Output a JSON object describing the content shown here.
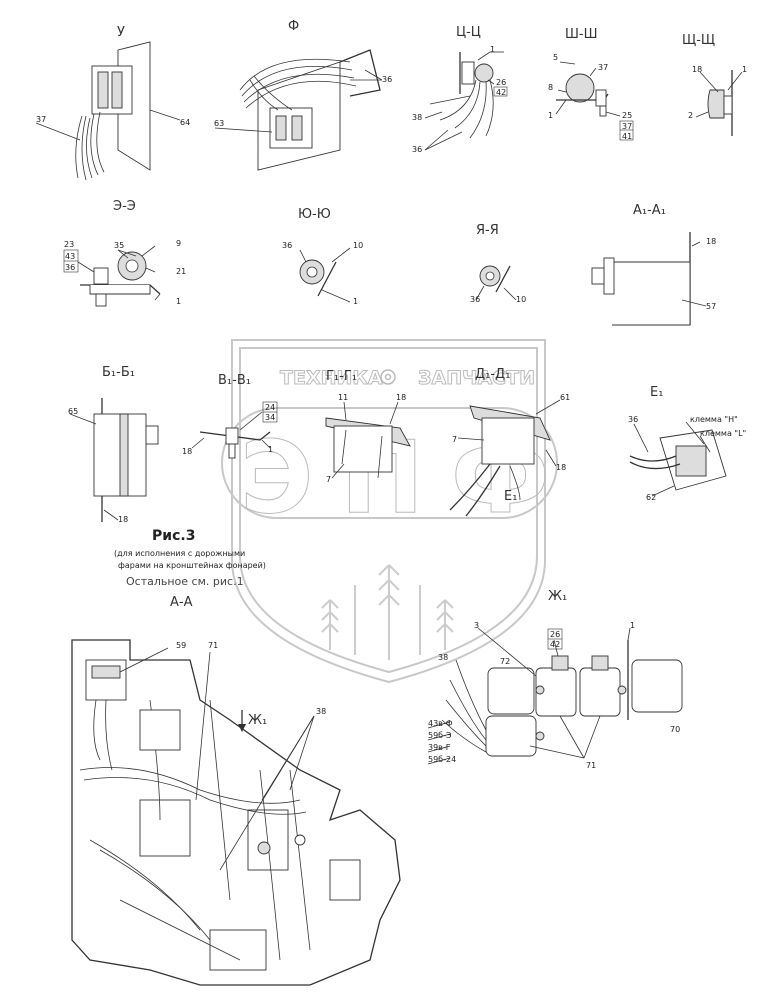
{
  "watermark": {
    "left_text": "ТЕХНИКА",
    "right_text": "ЗАПЧАСТИ",
    "logo_text": "ЭПФ"
  },
  "figure": {
    "title": "Рис.3",
    "subtitle_line1": "(для исполнения с дорожными",
    "subtitle_line2": "фарами на кронштейнах фонарей)",
    "note": "Остальное см. рис.1"
  },
  "views": {
    "u": {
      "title": "У",
      "labels": [
        "37",
        "64"
      ]
    },
    "f": {
      "title": "Ф",
      "labels": [
        "36",
        "63"
      ]
    },
    "c": {
      "title": "Ц-Ц",
      "labels": [
        "1",
        "26",
        "42",
        "38",
        "36"
      ]
    },
    "sh": {
      "title": "Ш-Ш",
      "labels": [
        "5",
        "37",
        "8",
        "1",
        "25",
        "37",
        "41"
      ]
    },
    "shch": {
      "title": "Щ-Щ",
      "labels": [
        "18",
        "1",
        "2"
      ]
    },
    "e": {
      "title": "Э-Э",
      "labels": [
        "23",
        "35",
        "43",
        "36",
        "9",
        "21",
        "1"
      ]
    },
    "yu": {
      "title": "Ю-Ю",
      "labels": [
        "36",
        "10",
        "1"
      ]
    },
    "ya": {
      "title": "Я-Я",
      "labels": [
        "36",
        "10"
      ]
    },
    "a1": {
      "title": "А₁-А₁",
      "labels": [
        "18",
        "57"
      ]
    },
    "b1": {
      "title": "Б₁-Б₁",
      "labels": [
        "65",
        "18"
      ]
    },
    "v1": {
      "title": "В₁-В₁",
      "labels": [
        "24",
        "34",
        "18",
        "1"
      ]
    },
    "g1": {
      "title": "Г₁-Г₁",
      "labels": [
        "11",
        "18",
        "7"
      ]
    },
    "d1": {
      "title": "Д₁-Д₁",
      "labels": [
        "61",
        "7",
        "18",
        "E₁"
      ]
    },
    "e1": {
      "title": "Е₁",
      "labels": [
        "36",
        "клемма \"Н\"",
        "клемма \"L\"",
        "62"
      ]
    },
    "aa": {
      "title": "А-А",
      "labels": [
        "59",
        "71",
        "38",
        "Ж₁"
      ]
    },
    "zh1": {
      "title": "Ж₁",
      "labels": [
        "3",
        "26",
        "42",
        "1",
        "38",
        "72",
        "70",
        "71",
        "43в-Ф",
        "59б-Э",
        "39в-Г",
        "59б-24"
      ]
    }
  }
}
